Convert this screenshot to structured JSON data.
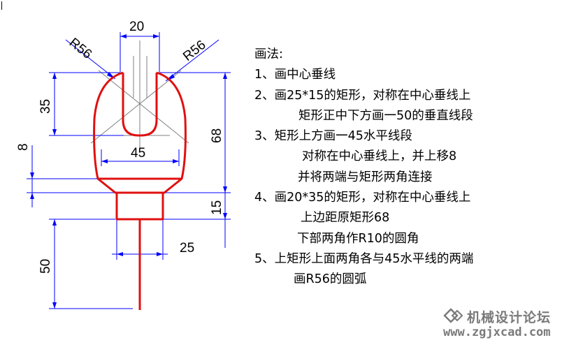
{
  "dimensions": {
    "top_width": "20",
    "radius_left": "R56",
    "radius_right": "R56",
    "rect_height": "35",
    "offset": "8",
    "mid_width": "45",
    "total_height": "68",
    "neck_height": "15",
    "stem_length": "50",
    "neck_width": "25"
  },
  "instructions": {
    "title": "画法:",
    "lines": [
      "1、画中心垂线",
      "2、画25*15的矩形，对称在中心垂线上",
      "矩形正中下方画一50的垂直线段",
      "3、矩形上方画一45水平线段",
      "对称在中心垂线上，并上移8",
      "并将两端与矩形两角连接",
      "4、画20*35的矩形，对称在中心垂线上",
      "上边距原矩形68",
      "下部两角作R10的圆角",
      "5、上矩形上面两角各与45水平线的两端",
      "画R56的圆弧"
    ]
  },
  "watermark": {
    "title": "机械设计论坛",
    "url": "www.zgjxcad.com"
  },
  "colors": {
    "outline": "#e01010",
    "dimension": "#0000ff",
    "centerline": "#7f7f7f",
    "text": "#000000",
    "watermark": "#7a7a7a"
  }
}
